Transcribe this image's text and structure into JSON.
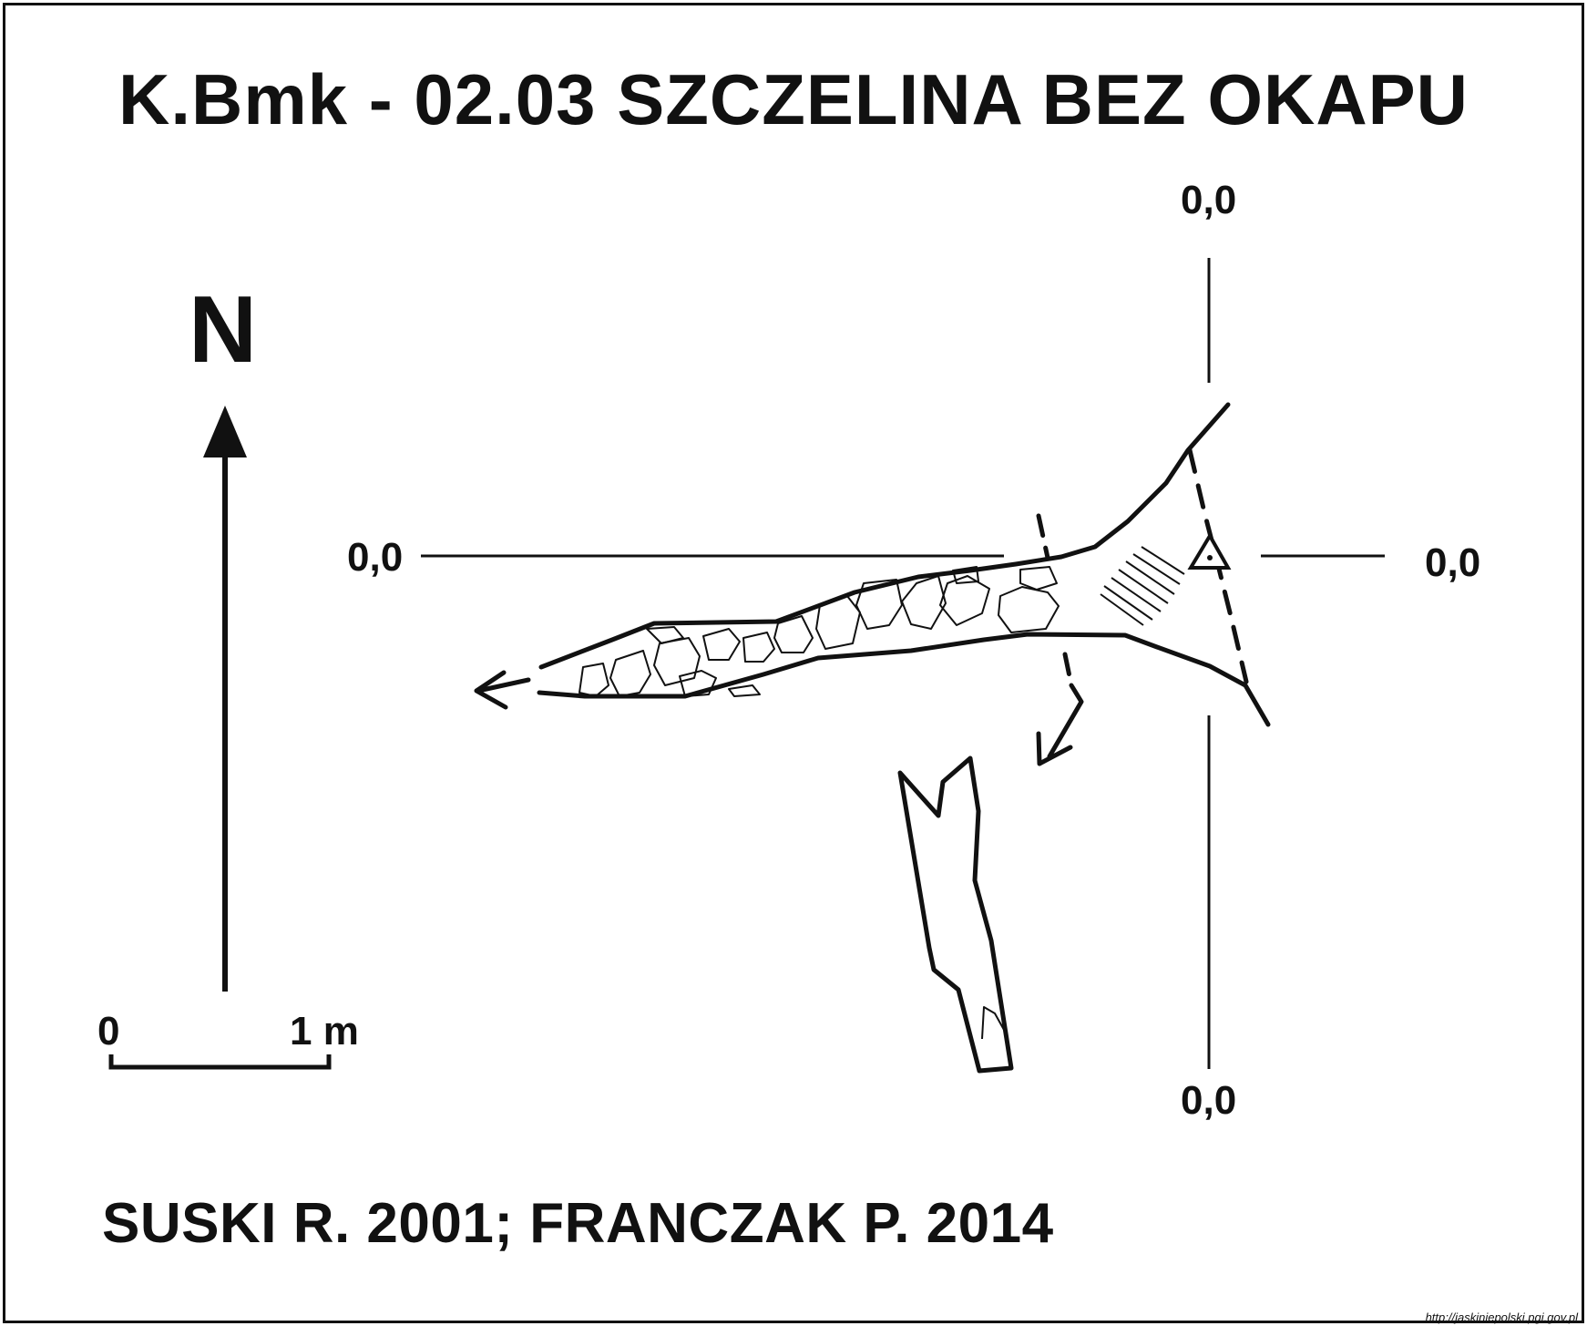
{
  "title": "K.Bmk - 02.03 SZCZELINA BEZ OKAPU",
  "north_label": "N",
  "coordinates": {
    "top": "0,0",
    "left": "0,0",
    "right": "0,0",
    "bottom": "0,0"
  },
  "scale": {
    "start_label": "0",
    "end_label": "1 m"
  },
  "authors": "SUSKI R. 2001; FRANCZAK P. 2014",
  "source_url": "http://jaskiniepolski.pgi.gov.pl",
  "colors": {
    "ink": "#111111",
    "background": "#ffffff"
  }
}
